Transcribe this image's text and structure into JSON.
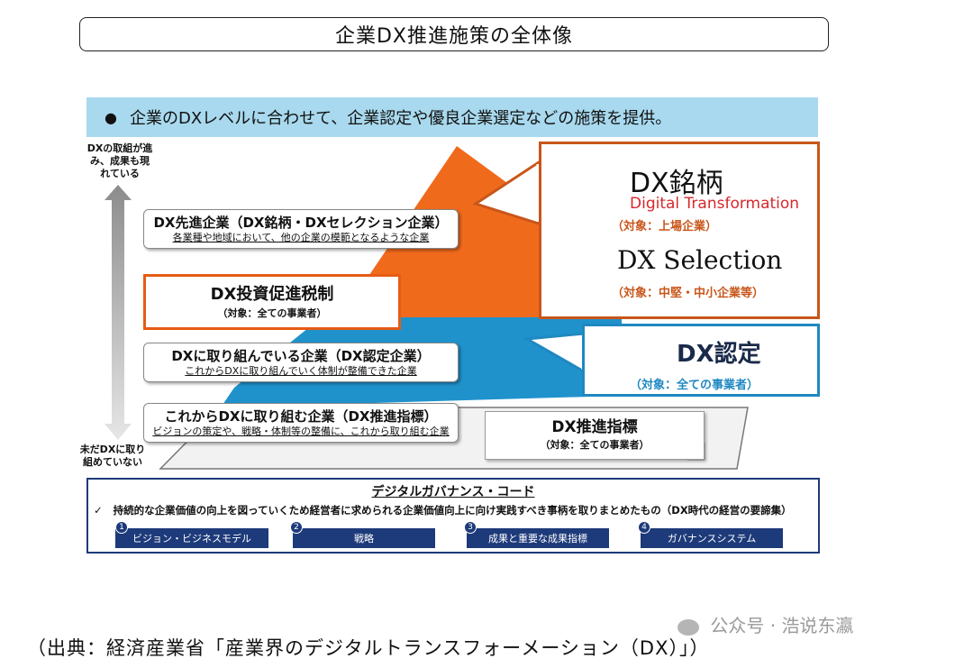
{
  "title": "企業DX推進施策の全体像",
  "banner": {
    "bullet": "●",
    "text": "企業のDXレベルに合わせて、企業認定や優良企業選定などの施策を提供。"
  },
  "axis": {
    "top_label": "DXの取組が進み、成果も現れている",
    "bottom_label": "未だDXに取り組めていない"
  },
  "levels": [
    {
      "title": "DX先進企業（DX銘柄・DXセレクション企業）",
      "sub": "各業種や地域において、他の企業の模範となるような企業"
    },
    {
      "title": "DXに取り組んでいる企業（DX認定企業）",
      "sub": "これからDXに取り組んでいく体制が整備できた企業"
    },
    {
      "title": "これからDXに取り組む企業（DX推進指標）",
      "sub": "ビジョンの策定や、戦略・体制等の整備に、これから取り組む企業"
    }
  ],
  "tax": {
    "title": "DX投資促進税制",
    "sub": "（対象：全ての事業者）"
  },
  "meigara": {
    "name": "DX銘柄",
    "english": "Digital Transformation",
    "target": "（対象：上場企業）",
    "selection_name": "DX Selection",
    "selection_target": "（対象：中堅・中小企業等）"
  },
  "nintei": {
    "name": "DX認定",
    "target": "（対象：全ての事業者）"
  },
  "shihyo": {
    "title": "DX推進指標",
    "sub": "（対象：全ての事業者）"
  },
  "code": {
    "title": "デジタルガバナンス・コード",
    "check": "✓",
    "desc": "持続的な企業価値の向上を図っていくため経営者に求められる企業価値向上に向け実践すべき事柄を取りまとめたもの（DX時代の経営の要諦集）",
    "items": [
      {
        "num": "1",
        "label": "ビジョン・ビジネスモデル"
      },
      {
        "num": "2",
        "label": "戦略"
      },
      {
        "num": "3",
        "label": "成果と重要な成果指標"
      },
      {
        "num": "4",
        "label": "ガバナンスシステム"
      }
    ]
  },
  "source": "（出典：経済産業省「産業界のデジタルトランスフォーメーション（DX）」）",
  "watermark": "公众号 · 浩说东瀛",
  "colors": {
    "orange": "#f06a1c",
    "blue": "#1f92cc",
    "navy": "#1d3a7a",
    "banner": "#a8d9ee"
  }
}
